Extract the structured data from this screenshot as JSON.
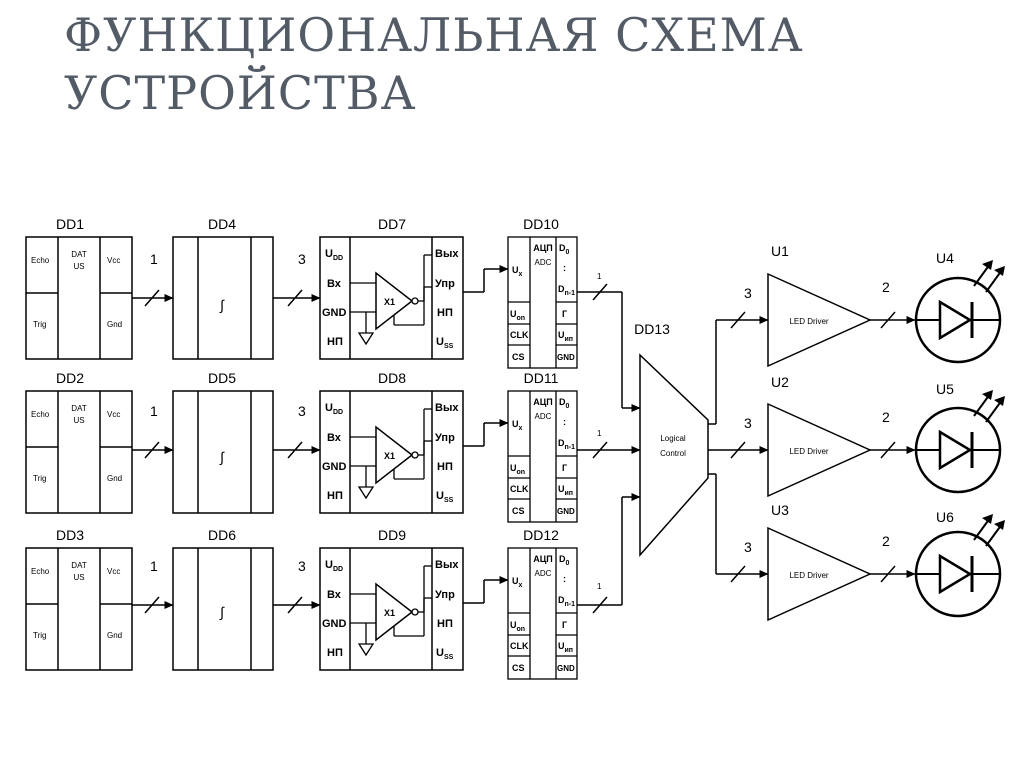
{
  "title": {
    "line1": "ФУНКЦИОНАЛЬНАЯ СХЕМА",
    "line2": "УСТРОЙСТВА"
  },
  "sensors": [
    {
      "name": "DD1",
      "echo": "Echo",
      "trig": "Trig",
      "dat": "DAT",
      "us": "US",
      "vcc": "Vcc",
      "gnd": "Gnd"
    },
    {
      "name": "DD2",
      "echo": "Echo",
      "trig": "Trig",
      "dat": "DAT",
      "us": "US",
      "vcc": "Vcc",
      "gnd": "Gnd"
    },
    {
      "name": "DD3",
      "echo": "Echo",
      "trig": "Trig",
      "dat": "DAT",
      "us": "US",
      "vcc": "Vcc",
      "gnd": "Gnd"
    }
  ],
  "integrators": [
    {
      "name": "DD4",
      "symbol": "∫"
    },
    {
      "name": "DD5",
      "symbol": "∫"
    },
    {
      "name": "DD6",
      "symbol": "∫"
    }
  ],
  "amplifiers": [
    {
      "name": "DD7",
      "udd": "U",
      "udd_sub": "DD",
      "bx": "Вх",
      "gnd": "GND",
      "np_left": "НП",
      "x1": "X1",
      "out": "Вых",
      "upr": "Упр",
      "np_right": "НП",
      "uss": "U",
      "uss_sub": "SS"
    },
    {
      "name": "DD8",
      "udd": "U",
      "udd_sub": "DD",
      "bx": "Вх",
      "gnd": "GND",
      "np_left": "НП",
      "x1": "X1",
      "out": "Вых",
      "upr": "Упр",
      "np_right": "НП",
      "uss": "U",
      "uss_sub": "SS"
    },
    {
      "name": "DD9",
      "udd": "U",
      "udd_sub": "DD",
      "bx": "Вх",
      "gnd": "GND",
      "np_left": "НП",
      "x1": "X1",
      "out": "Вых",
      "upr": "Упр",
      "np_right": "НП",
      "uss": "U",
      "uss_sub": "SS"
    }
  ],
  "adcs": [
    {
      "name": "DD10",
      "ux": "U",
      "ux_sub": "x",
      "uon": "U",
      "uon_sub": "on",
      "clk": "CLK",
      "cs": "CS",
      "acp": "АЦП",
      "adc": "ADC",
      "d0": "D",
      "d0_sub": "0",
      "dots": ":",
      "dn": "D",
      "dn_sub": "n-1",
      "gamma": "Г",
      "uin": "U",
      "uin_sub": "ип",
      "gnd": "GND"
    },
    {
      "name": "DD11",
      "ux": "U",
      "ux_sub": "x",
      "uon": "U",
      "uon_sub": "on",
      "clk": "CLK",
      "cs": "CS",
      "acp": "АЦП",
      "adc": "ADC",
      "d0": "D",
      "d0_sub": "0",
      "dots": ":",
      "dn": "D",
      "dn_sub": "n-1",
      "gamma": "Г",
      "uin": "U",
      "uin_sub": "ип",
      "gnd": "GND"
    },
    {
      "name": "DD12",
      "ux": "U",
      "ux_sub": "x",
      "uon": "U",
      "uon_sub": "on",
      "clk": "CLK",
      "cs": "CS",
      "acp": "АЦП",
      "adc": "ADC",
      "d0": "D",
      "d0_sub": "0",
      "dots": ":",
      "dn": "D",
      "dn_sub": "n-1",
      "gamma": "Г",
      "uin": "U",
      "uin_sub": "ип",
      "gnd": "GND"
    }
  ],
  "controller": {
    "name": "DD13",
    "line1": "Logical",
    "line2": "Control"
  },
  "drivers": [
    {
      "name": "U1",
      "label": "LED Driver"
    },
    {
      "name": "U2",
      "label": "LED Driver"
    },
    {
      "name": "U3",
      "label": "LED Driver"
    }
  ],
  "leds": [
    {
      "name": "U4"
    },
    {
      "name": "U5"
    },
    {
      "name": "U6"
    }
  ],
  "bus_widths": {
    "sensor_out": "1",
    "integrator_out": "3",
    "adc_out": "1",
    "driver_in": "3",
    "driver_out": "2"
  }
}
